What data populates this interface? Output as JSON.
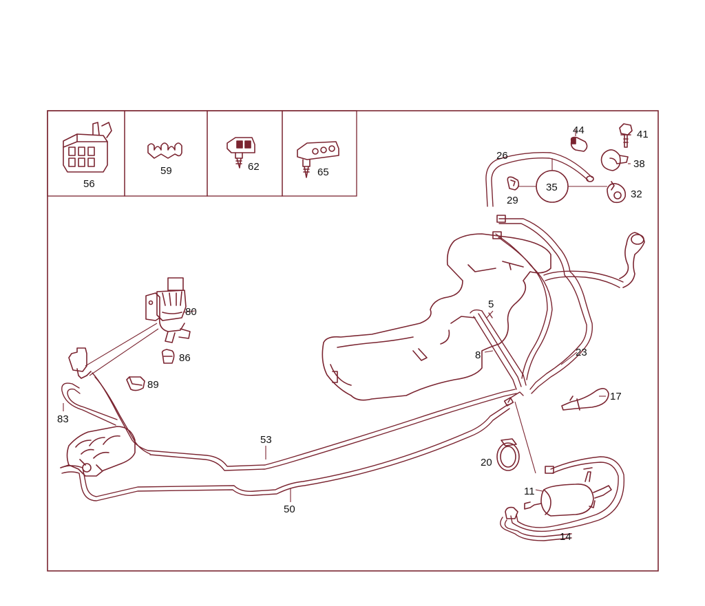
{
  "diagram": {
    "colors": {
      "line": "#7a2430",
      "text": "#111111",
      "background": "#ffffff"
    },
    "inset_callouts": [
      {
        "id": "56",
        "label": "56"
      },
      {
        "id": "59",
        "label": "59"
      },
      {
        "id": "62",
        "label": "62"
      },
      {
        "id": "65",
        "label": "65"
      }
    ],
    "callouts": {
      "c44": "44",
      "c41": "41",
      "c26": "26",
      "c38": "38",
      "c35": "35",
      "c29": "29",
      "c32": "32",
      "c5": "5",
      "c8": "8",
      "c23": "23",
      "c80": "80",
      "c86": "86",
      "c89": "89",
      "c83": "83",
      "c17": "17",
      "c53": "53",
      "c20": "20",
      "c11": "11",
      "c50": "50",
      "c14": "14"
    }
  }
}
